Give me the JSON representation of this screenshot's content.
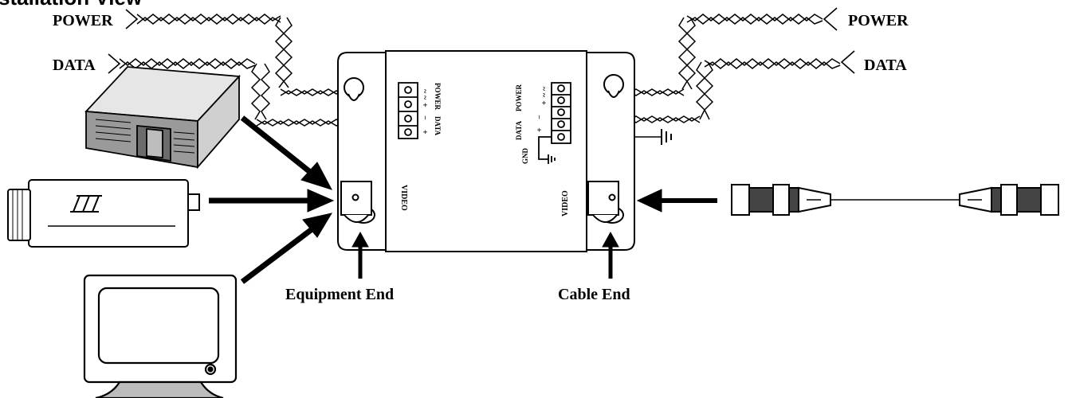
{
  "heading": "stallation View",
  "left_wires": {
    "power": "POWER",
    "data": "DATA"
  },
  "right_wires": {
    "power": "POWER",
    "data": "DATA"
  },
  "terminals_left": {
    "power": "POWER",
    "data": "DATA",
    "signs": [
      "~",
      "~",
      "+",
      "−",
      "+"
    ]
  },
  "terminals_right": {
    "power": "POWER",
    "data": "DATA",
    "gnd": "GND",
    "signs": [
      "~",
      "~",
      "+",
      "−",
      "+"
    ]
  },
  "video_left": "VIDEO",
  "video_right": "VIDEO",
  "labels": {
    "equipment_end": "Equipment End",
    "cable_end": "Cable End"
  },
  "icons": [
    "dvr-icon",
    "camera-icon",
    "monitor-icon",
    "bnc-cable-icon",
    "ground-icon"
  ]
}
